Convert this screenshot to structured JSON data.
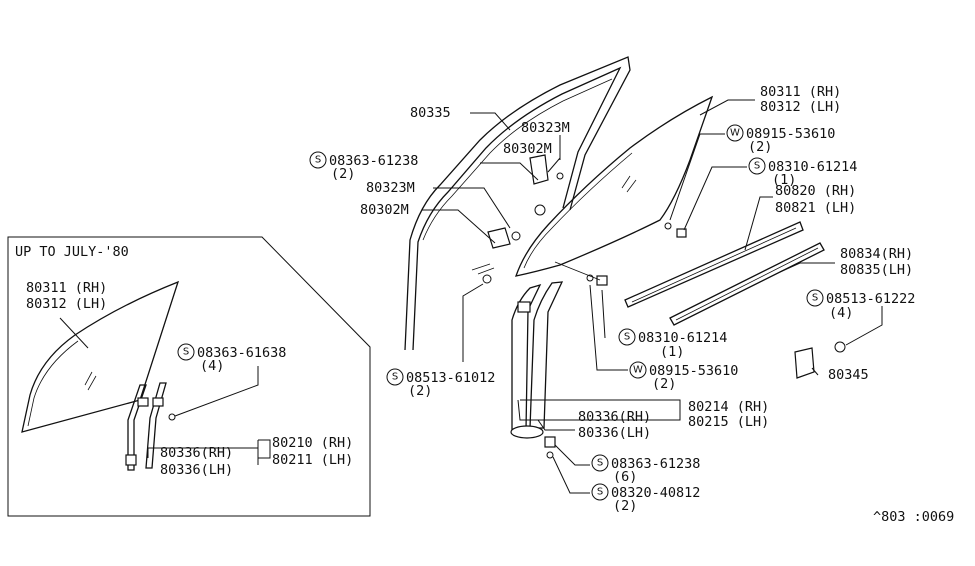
{
  "inset": {
    "title": "UP TO JULY-'80",
    "glass_rh": "80311 (RH)",
    "glass_lh": "80312 (LH)",
    "screw_prefix": "S",
    "screw_num": "08363-61638",
    "screw_qty": "(4)",
    "chan_rh": "80336(RH)",
    "chan_lh": "80336(LH)",
    "asm_rh": "80210 (RH)",
    "asm_lh": "80211 (LH)"
  },
  "main": {
    "sash": "80335",
    "bracket_upper": "80323M",
    "clip_upper": "80302M",
    "bracket_lower": "80323M",
    "clip_lower": "80302M",
    "screw_a_prefix": "S",
    "screw_a_num": "08363-61238",
    "screw_a_qty": "(2)",
    "glass_rh": "80311 (RH)",
    "glass_lh": "80312 (LH)",
    "washer_a_prefix": "W",
    "washer_a_num": "08915-53610",
    "washer_a_qty": "(2)",
    "screw_b_prefix": "S",
    "screw_b_num": "08310-61214",
    "screw_b_qty": "(1)",
    "strip_rh": "80820 (RH)",
    "strip_lh": "80821 (LH)",
    "weather_rh": "80834(RH)",
    "weather_lh": "80835(LH)",
    "screw_c_prefix": "S",
    "screw_c_num": "08513-61222",
    "screw_c_qty": "(4)",
    "clip_part": "80345",
    "screw_d_prefix": "S",
    "screw_d_num": "08513-61012",
    "screw_d_qty": "(2)",
    "screw_e_prefix": "S",
    "screw_e_num": "08310-61214",
    "screw_e_qty": "(1)",
    "washer_b_prefix": "W",
    "washer_b_num": "08915-53610",
    "washer_b_qty": "(2)",
    "chan_rh": "80336(RH)",
    "chan_lh": "80336(LH)",
    "asm_rh": "80214 (RH)",
    "asm_lh": "80215 (LH)",
    "screw_f_prefix": "S",
    "screw_f_num": "08363-61238",
    "screw_f_qty": "(6)",
    "screw_g_prefix": "S",
    "screw_g_num": "08320-40812",
    "screw_g_qty": "(2)"
  },
  "footer": {
    "code": "^803 :0069"
  }
}
